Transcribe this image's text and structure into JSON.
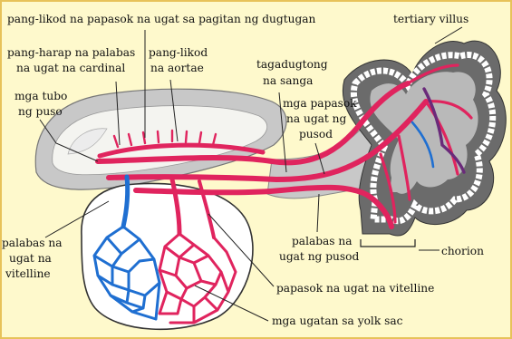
{
  "colors": {
    "background": "#fef9cc",
    "frame": "#e7c25a",
    "artery": "#e0245e",
    "vein": "#1f6fd1",
    "embryo_gray": "#c8c8c8",
    "tissue_dark": "#6b6b6b",
    "mixed_vessel": "#6a2a7a"
  },
  "labels": {
    "posterior_cardinal": "pang-likod na papasok na ugat sa pagitan ng dugtugan",
    "tertiary_villus": "tertiary villus",
    "anterior_cardinal_1": "pang-harap na palabas",
    "anterior_cardinal_2": "na ugat na cardinal",
    "dorsal_aorta_1": "pang-likod",
    "dorsal_aorta_2": "na aortae",
    "connecting_stalk_1": "tagadugtong",
    "connecting_stalk_2": "na sanga",
    "heart_tubes_1": "mga tubo",
    "heart_tubes_2": "ng puso",
    "umbilical_vein_1": "mga papasok",
    "umbilical_vein_2": "na ugat ng",
    "umbilical_vein_3": "pusod",
    "vitelline_out_1": "palabas na",
    "vitelline_out_2": "ugat na",
    "vitelline_out_3": "vitelline",
    "umbilical_artery_1": "palabas na",
    "umbilical_artery_2": "ugat ng pusod",
    "chorion": "chorion",
    "vitelline_in": "papasok na ugat na vitelline",
    "yolk_sac_vessels": "mga ugatan sa yolk sac"
  }
}
